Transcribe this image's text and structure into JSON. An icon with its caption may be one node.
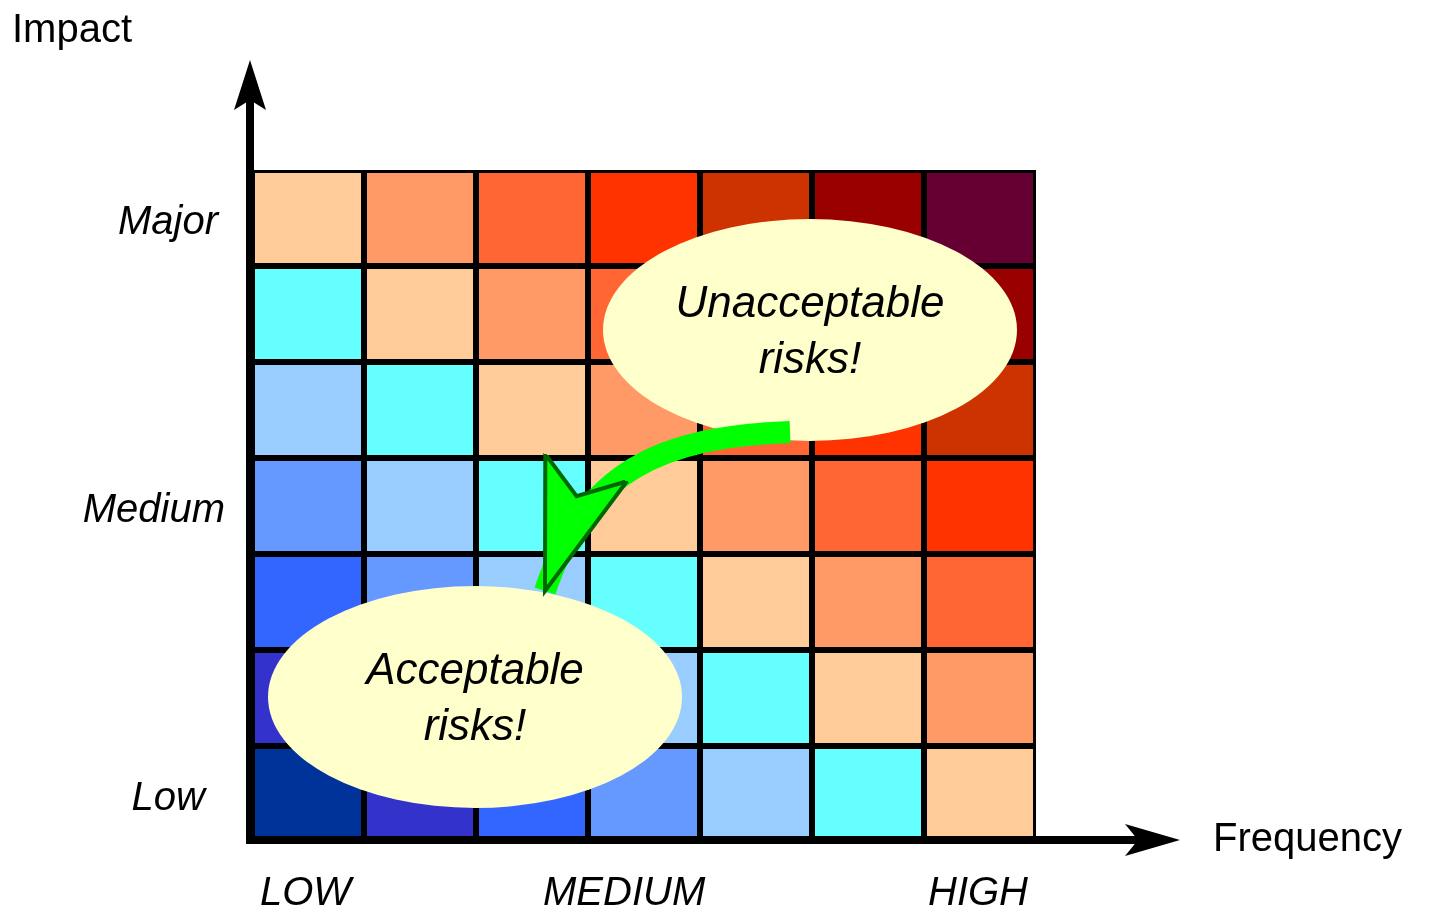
{
  "diagram": {
    "nodes": [
      {
        "text": [
          "Unacceptable risks!"
        ]
      },
      {
        "text": [
          "Acceptable risks!"
        ]
      }
    ],
    "edges": [
      {
        "from": 0,
        "to": 1,
        "arrow": "to",
        "color": "#00ff00"
      }
    ],
    "labels": [
      "Impact",
      "Major",
      "Medium",
      "Low",
      "Frequency",
      "LOW",
      "MEDIUM",
      "HIGH"
    ]
  }
}
